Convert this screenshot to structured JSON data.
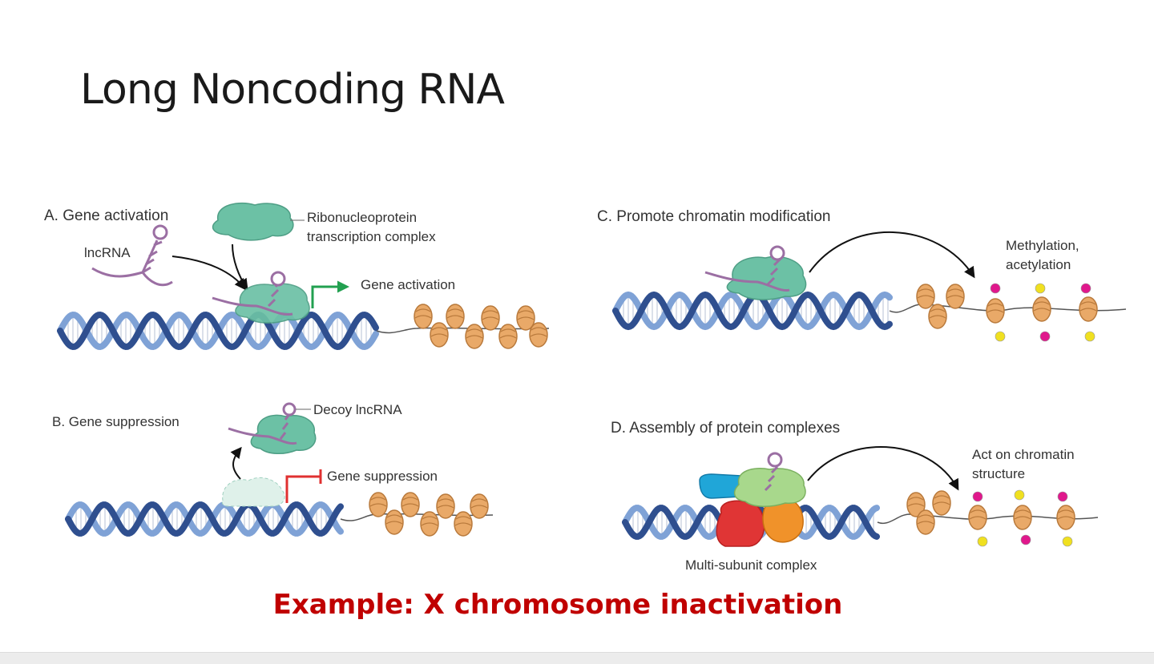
{
  "title": "Long Noncoding RNA",
  "panels": {
    "a": {
      "heading": "A. Gene activation",
      "lncrna": "lncRNA",
      "complex_line1": "Ribonucleoprotein",
      "complex_line2": "transcription complex",
      "arrow_label": "Gene activation"
    },
    "b": {
      "heading": "B. Gene suppression",
      "decoy": "Decoy lncRNA",
      "arrow_label": "Gene suppression"
    },
    "c": {
      "heading": "C. Promote chromatin modification",
      "mod_line1": "Methylation,",
      "mod_line2": "acetylation"
    },
    "d": {
      "heading": "D. Assembly of protein complexes",
      "act_line1": "Act on chromatin",
      "act_line2": "structure",
      "complex": "Multi-subunit complex"
    }
  },
  "example": "Example: X chromosome inactivation",
  "colors": {
    "dna_dark": "#2f4f8f",
    "dna_light": "#7fa2d6",
    "rna": "#9b6fa3",
    "complex": "#6cc1a5",
    "nucleosome": "#e9a968",
    "activation": "#22a050",
    "suppression": "#e03030",
    "mark_magenta": "#e0188c",
    "mark_yellow": "#f0e020",
    "example_text": "#c00000"
  }
}
